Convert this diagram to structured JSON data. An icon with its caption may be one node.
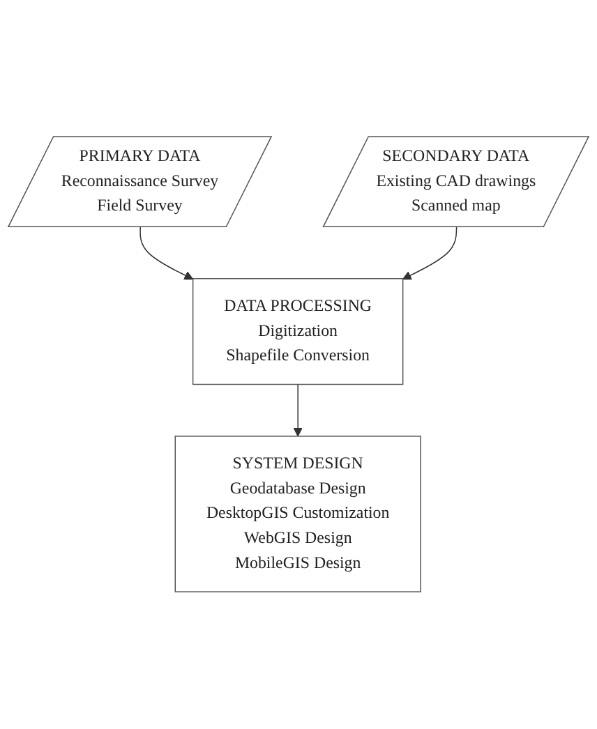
{
  "diagram": {
    "nodes": [
      {
        "text": [
          "PRIMARY DATA",
          "Reconnaissance Survey",
          "Field Survey"
        ]
      },
      {
        "text": [
          "SECONDARY DATA",
          "Existing CAD drawings",
          "Scanned map"
        ]
      },
      {
        "text": [
          "DATA PROCESSING",
          "Digitization",
          "Shapefile Conversion"
        ]
      },
      {
        "text": [
          "SYSTEM DESIGN",
          "Geodatabase Design",
          "DesktopGIS Customization",
          "WebGIS Design",
          "MobileGIS Design"
        ]
      }
    ],
    "edges": [
      {
        "from": 0,
        "to": 2,
        "arrow": "to"
      },
      {
        "from": 1,
        "to": 2,
        "arrow": "to"
      },
      {
        "from": 2,
        "to": 3,
        "arrow": "to"
      }
    ]
  }
}
